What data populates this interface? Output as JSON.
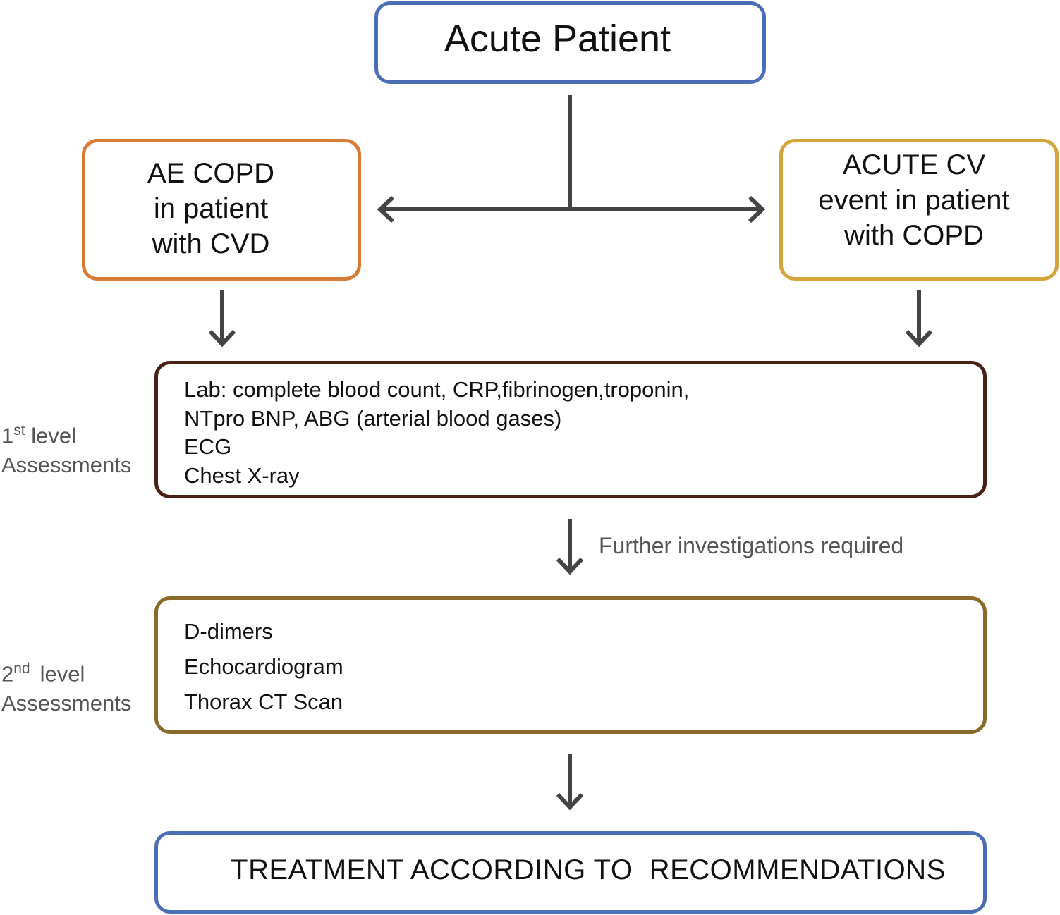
{
  "acute_patient": {
    "title": "Acute Patient"
  },
  "branches": {
    "left": {
      "lines": [
        "AE COPD",
        "in patient",
        "with CVD"
      ]
    },
    "right": {
      "lines": [
        "ACUTE CV",
        "event in patient",
        "with COPD"
      ]
    }
  },
  "level1": {
    "label": {
      "ordinal": "1",
      "suffix": "st",
      "word": "level",
      "line2": "Assessments"
    },
    "items": [
      "Lab: complete blood count, CRP,fibrinogen,troponin,",
      "NTpro BNP, ABG (arterial blood gases)",
      "ECG",
      "Chest X-ray"
    ]
  },
  "further": {
    "label": "Further investigations required"
  },
  "level2": {
    "label": {
      "ordinal": "2",
      "suffix": "nd",
      "word": "level",
      "line2": "Assessments"
    },
    "items": [
      "D-dimers",
      "Echocardiogram",
      "Thorax CT Scan"
    ]
  },
  "treatment": {
    "title": "TREATMENT ACCORDING TO  RECOMMENDATIONS"
  },
  "colors": {
    "acute_border": "#4a6eb5",
    "left_branch_border": "#d67a35",
    "right_branch_border": "#d4a33a",
    "level1_border": "#4a2016",
    "level2_border": "#8a6a2a",
    "treatment_border": "#4a6eb5",
    "arrow": "#444444",
    "side_label_text": "#555555"
  }
}
